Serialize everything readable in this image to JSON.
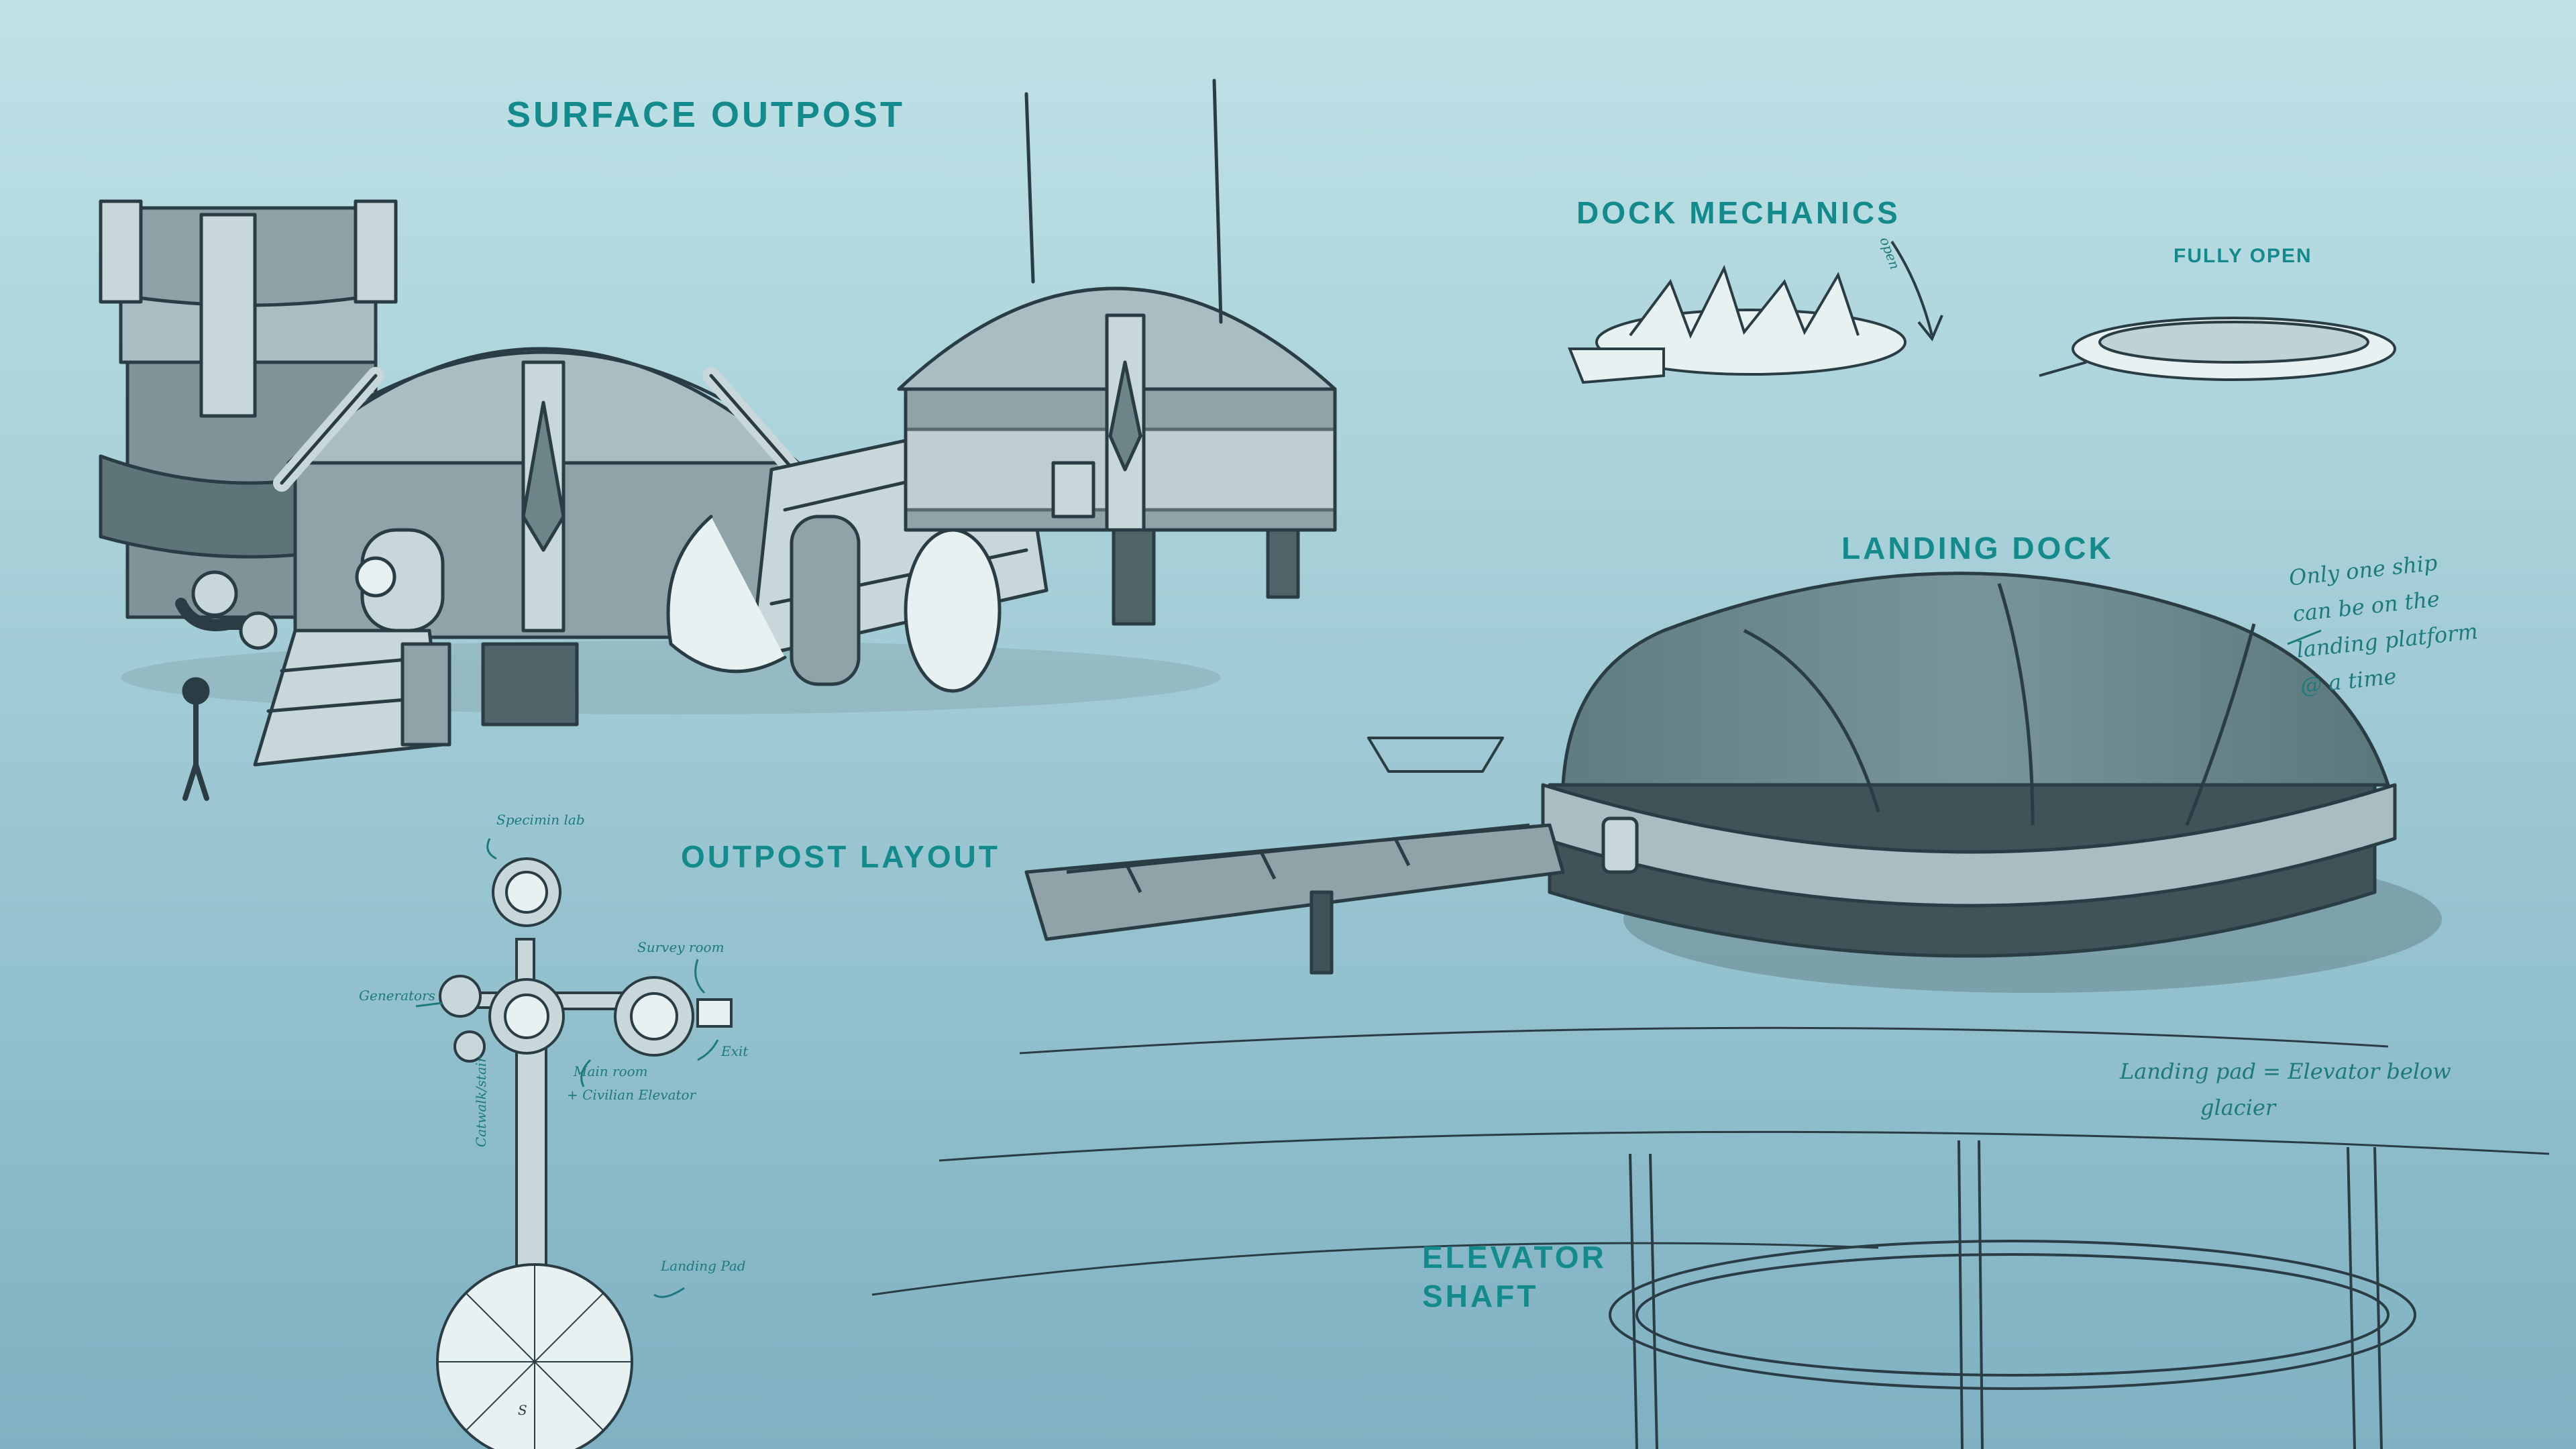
{
  "colors": {
    "background_top": "#bfe2e6",
    "background_bottom": "#7fb1c2",
    "label_teal": "#138a8c",
    "handwriting": "#1d7a7c",
    "line": "#2b3d44",
    "body_fill": "#8fa3a8",
    "body_light": "#c9d9dc",
    "dome_fill": "#6d8a8e",
    "glass": "#e8f1f2"
  },
  "labels": {
    "surface_outpost": "SURFACE OUTPOST",
    "dock_mechanics": "DOCK MECHANICS",
    "fully_open": "FULLY OPEN",
    "landing_dock": "LANDING DOCK",
    "outpost_layout": "OUTPOST LAYOUT",
    "elevator_line1": "ELEVATOR",
    "elevator_line2": "SHAFT"
  },
  "notes": {
    "ship_note": [
      "Only one ship",
      "can be on the",
      "landing platform",
      "@ a time"
    ],
    "pad_note": [
      "Landing pad = Elevator below",
      "glacier"
    ],
    "dock_arrow": "open"
  },
  "layout_map": {
    "specimen_lab": "Specimin lab",
    "survey_room": "Survey room",
    "generators": "Generators",
    "main_room": "Main room",
    "civilian_elevator": "+ Civilian Elevator",
    "exit": "Exit",
    "catwalk": "Catwalk/stair",
    "landing_pad": "Landing Pad",
    "south": "S"
  }
}
